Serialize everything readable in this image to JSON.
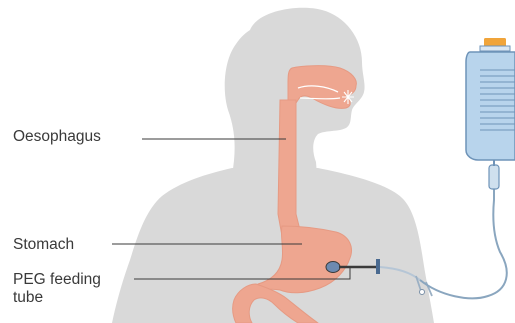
{
  "labels": {
    "oesophagus": "Oesophagus",
    "stomach": "Stomach",
    "peg_line1": "PEG feeding",
    "peg_line2": "tube"
  },
  "colors": {
    "body_silhouette": "#d9d9d9",
    "digestive_tract": "#eea690",
    "digestive_outline": "#e69a83",
    "leader_line": "#3a3a3a",
    "bag_fill": "#b8d4ec",
    "bag_outline": "#6e93b8",
    "bag_cap": "#f0a43a",
    "tube": "#8aa6bf"
  }
}
